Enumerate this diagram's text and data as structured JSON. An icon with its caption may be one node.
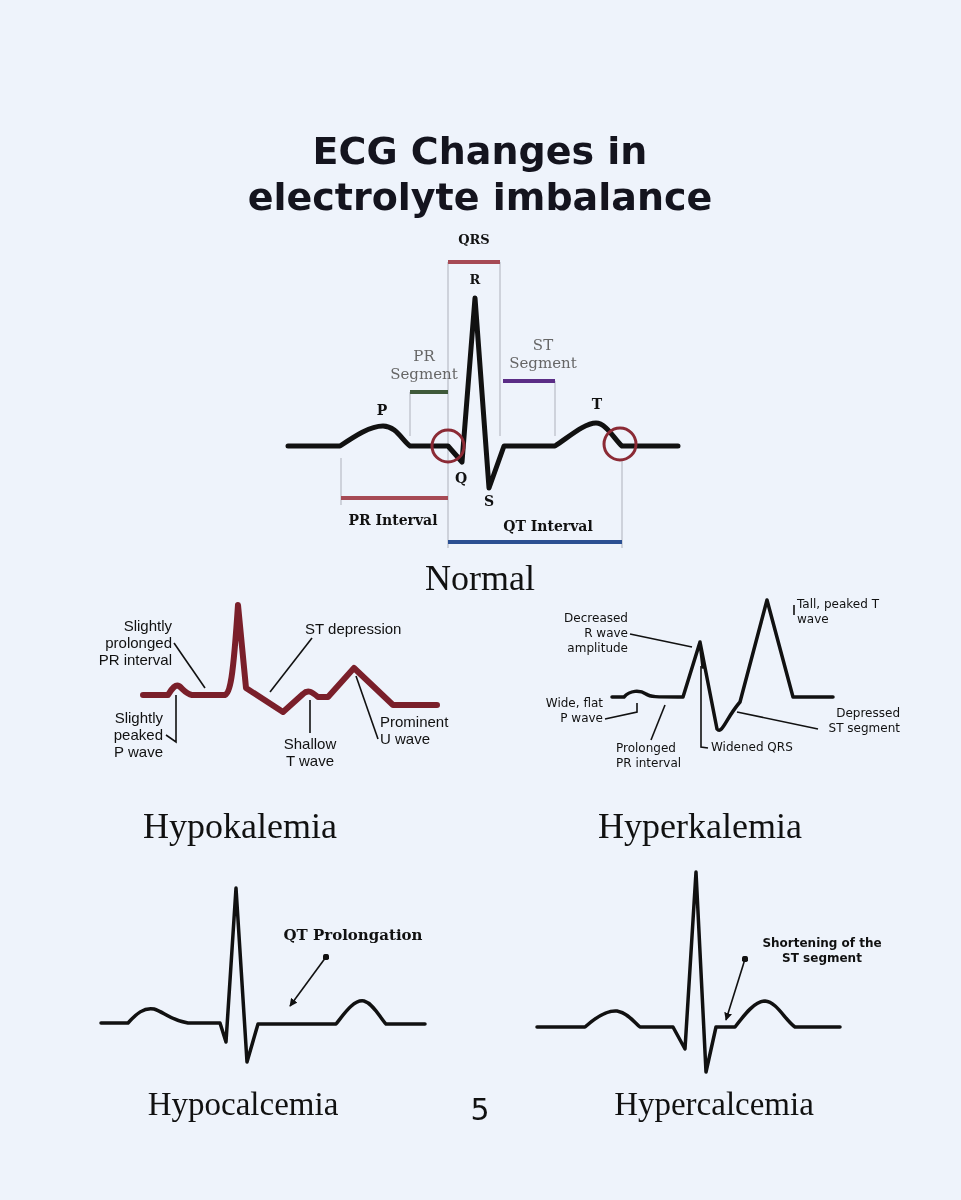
{
  "diagram": {
    "title": "ECG Changes in electrolyte imbalance",
    "nodes": [
      {
        "text": [
          "Slightly prolonged PR interval"
        ]
      },
      {
        "text": [
          "ST depression"
        ]
      },
      {
        "text": [
          "Slightly peaked P wave"
        ]
      },
      {
        "text": [
          "Shallow T wave"
        ]
      },
      {
        "text": [
          "Prominent U wave"
        ]
      },
      {
        "text": [
          "Decreased R wave amplitude"
        ]
      },
      {
        "text": [
          "Tall, peaked T wave"
        ]
      },
      {
        "text": [
          "Wide, flat P wave"
        ]
      },
      {
        "text": [
          "Prolonged PR interval"
        ]
      },
      {
        "text": [
          "Widened QRS"
        ]
      },
      {
        "text": [
          "Depressed ST segment"
        ]
      },
      {
        "text": [
          "QT Prolongation"
        ]
      },
      {
        "text": [
          "Shortening of the ST segment"
        ]
      }
    ],
    "edges": [
      {
        "from": 0,
        "to": null,
        "arrow": "none"
      },
      {
        "from": 1,
        "to": null,
        "arrow": "none"
      },
      {
        "from": 2,
        "to": null,
        "arrow": "none"
      },
      {
        "from": 3,
        "to": null,
        "arrow": "none"
      },
      {
        "from": 4,
        "to": null,
        "arrow": "none"
      },
      {
        "from": 5,
        "to": null,
        "arrow": "none"
      },
      {
        "from": 6,
        "to": null,
        "arrow": "none"
      },
      {
        "from": 7,
        "to": null,
        "arrow": "none"
      },
      {
        "from": 8,
        "to": null,
        "arrow": "none"
      },
      {
        "from": 9,
        "to": null,
        "arrow": "none"
      },
      {
        "from": 10,
        "to": null,
        "arrow": "none"
      },
      {
        "from": 11,
        "to": null,
        "arrow": "to"
      },
      {
        "from": 12,
        "to": null,
        "arrow": "to"
      }
    ],
    "labels": [
      "QRS",
      "R",
      "PR Segment",
      "ST Segment",
      "P",
      "T",
      "Q",
      "S",
      "PR Interval",
      "QT Interval",
      "Normal",
      "Hypokalemia",
      "Hyperkalemia",
      "Hypocalcemia",
      "5",
      "Hypercalcemia"
    ]
  }
}
